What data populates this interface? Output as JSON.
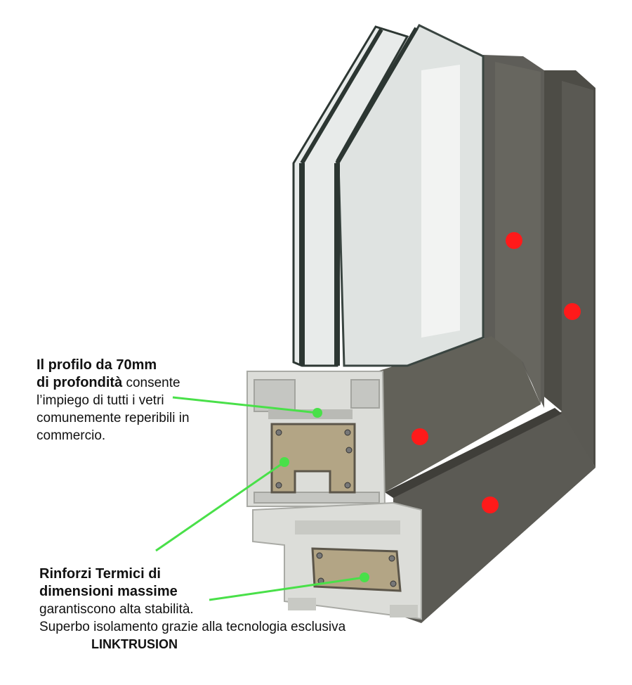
{
  "callouts": {
    "profile": {
      "bold_line_1": "Il profilo da 70mm",
      "bold_line_2": "di profondità",
      "text_after_bold": " consente",
      "text_rest": "l’impiego di tutti i vetri comunemente reperibili in commercio."
    },
    "reinforcement": {
      "bold_line_1": "Rinforzi Termici di",
      "bold_line_2": "dimensioni massime",
      "text_line_1": "garantiscono alta stabilità.",
      "text_line_2": "Superbo isolamento grazie alla tecnologia esclusiva",
      "brand": "LINKTRUSION"
    }
  },
  "colors": {
    "frame": "#5d5c57",
    "frame_dark": "#47463f",
    "frame_light": "#6e6d68",
    "pvc": "#d9dad6",
    "pvc_shadow": "#b5b6b1",
    "reinforcement": "#b3a585",
    "glass": "#e9ecea",
    "glass_edge": "#2f3a36",
    "marker": "#ff1a1a",
    "leader": "#49e049"
  },
  "icons": {
    "marker": "red-dot-marker"
  }
}
